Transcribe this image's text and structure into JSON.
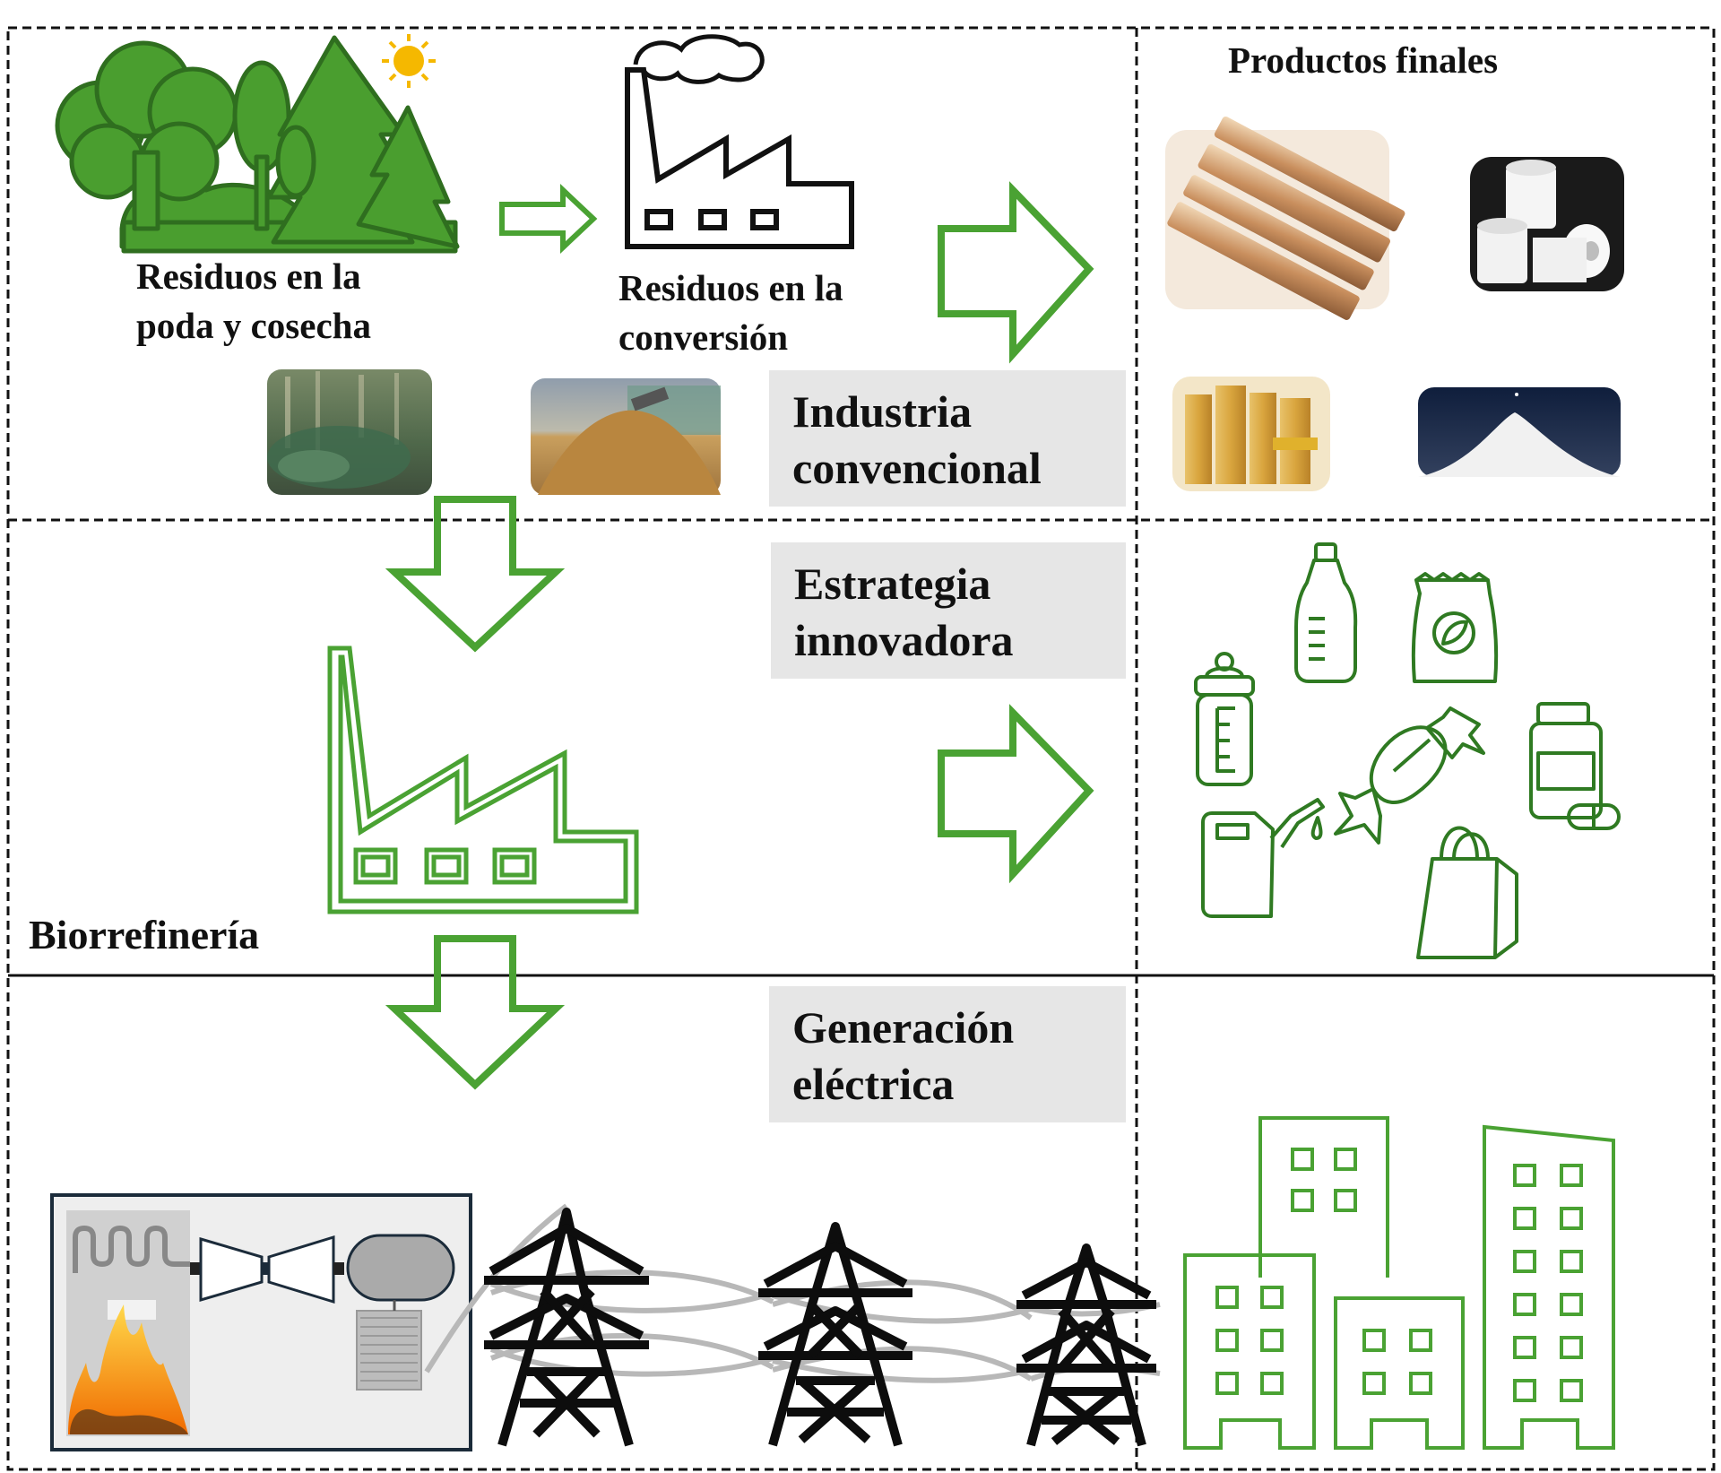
{
  "labels": {
    "residuos_poda_line1": "Residuos en la",
    "residuos_poda_line2": "poda y cosecha",
    "residuos_conversion_line1": "Residuos en la",
    "residuos_conversion_line2": "conversión",
    "productos_finales": "Productos finales",
    "industria_line1": "Industria",
    "industria_line2": "convencional",
    "estrategia_line1": "Estrategia",
    "estrategia_line2": "innovadora",
    "biorrefineria": "Biorrefinería",
    "generacion_line1": "Generación",
    "generacion_line2": "eléctrica"
  },
  "colors": {
    "accent_green": "#4aa233",
    "tree_green": "#4a9e2f",
    "dark_green": "#2f7a22",
    "line": "#111111",
    "label_box": "#e6e6e6",
    "sun": "#f5b800",
    "flame": "#f7a400"
  },
  "icons": [
    "forest-icon",
    "sun-icon",
    "factory-icon",
    "factory-outline-icon",
    "arrow-right-icon",
    "arrow-down-icon",
    "power-pylon-icon",
    "boiler-turbine-icon",
    "bottle-icon",
    "feed-bag-icon",
    "baby-bottle-icon",
    "candy-icon",
    "pill-jar-icon",
    "jerrycan-icon",
    "shopping-bag-icon",
    "buildings-icon",
    "wood-moulding-photo",
    "toilet-paper-photo",
    "lumber-photo",
    "sugar-photo",
    "forest-residue-photo",
    "wood-chips-photo"
  ]
}
